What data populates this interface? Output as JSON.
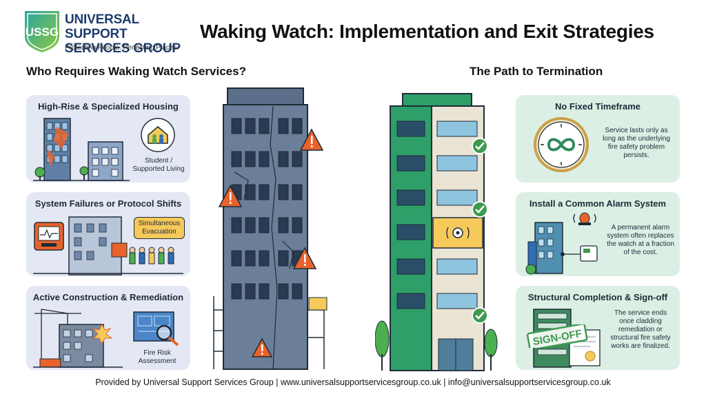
{
  "header": {
    "org_name": "UNIVERSAL SUPPORT SERVICES GROUP",
    "logo_letters": "USSG",
    "tagline": "Protecting People. Perfecting Places.",
    "title": "Waking Watch: Implementation and Exit Strategies"
  },
  "left_section": {
    "title": "Who Requires Waking Watch Services?",
    "cards": [
      {
        "title": "High-Rise & Specialized Housing",
        "caption": "Student / Supported Living",
        "icon": "house-people-icon"
      },
      {
        "title": "System Failures or Protocol Shifts",
        "bubble": "Simultaneous Evacuation",
        "icon": "alarm-panel-icon"
      },
      {
        "title": "Active Construction & Remediation",
        "caption": "Fire Risk Assessment",
        "icon": "blueprint-magnifier-icon"
      }
    ]
  },
  "right_section": {
    "title": "The Path to Termination",
    "cards": [
      {
        "title": "No Fixed Timeframe",
        "text": "Service lasts only as long as the underlying fire safety problem persists.",
        "icon": "infinity-clock-icon"
      },
      {
        "title": "Install a Common Alarm System",
        "text": "A permanent alarm system often replaces the watch at a fraction of the cost.",
        "icon": "alarm-building-icon"
      },
      {
        "title": "Structural Completion & Sign-off",
        "text": "The service ends once cladding remediation or structural fire safety works are finalized.",
        "stamp": "SIGN-OFF",
        "icon": "certificate-icon"
      }
    ]
  },
  "footer": {
    "text": "Provided by Universal Support Services Group | www.universalsupportservicesgroup.co.uk | info@universalsupportservicesgroup.co.uk"
  },
  "colors": {
    "navy": "#1d3c6c",
    "logo_teal": "#2ba7a0",
    "logo_green": "#8cc63f",
    "left_card_bg": "#e3e8f4",
    "right_card_bg": "#dcefe4",
    "warning_orange": "#e8632b",
    "check_green": "#3e9a4e",
    "accent_yellow": "#f6c95b"
  }
}
